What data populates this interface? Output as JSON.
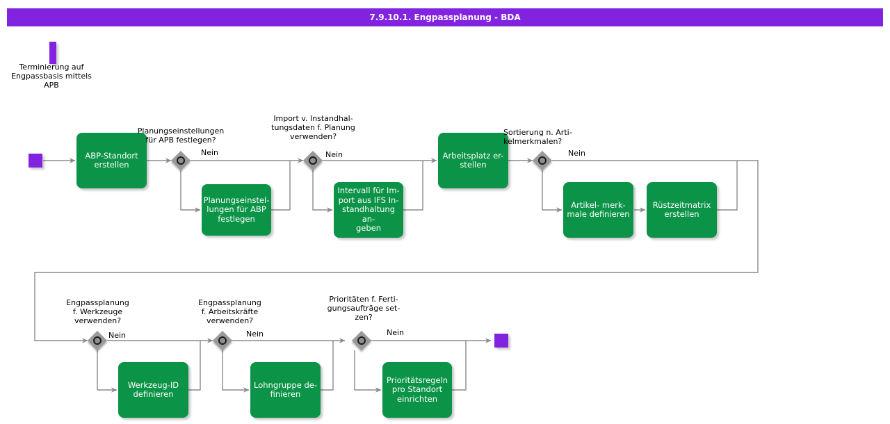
{
  "header": {
    "title": "7.9.10.1. Engpassplanung - BDA",
    "bar_color": "#8223e0",
    "text_color": "#ffffff"
  },
  "theme": {
    "task_fill": "#0b9347",
    "task_text": "#ffffff",
    "gateway_fill": "#9a9a9a",
    "connector": "#808080",
    "marker": "#8223e0",
    "canvas": "#ffffff"
  },
  "annotation": {
    "name": "Terminierung auf\nEngpassbasis mittels\nAPB"
  },
  "markers": {
    "start_label": "start-event",
    "end_label": "end-event",
    "lane_bar_label": "lane-marker"
  },
  "flow": {
    "branch_flag": "Nein",
    "tasks": [
      {
        "id": "abp-standort-erstellen",
        "label": "ABP-Standort\nerstellen"
      },
      {
        "id": "planungseinstellungen-abp",
        "label": "Planungseinstel-\nlungen für ABP\nfestlegen"
      },
      {
        "id": "intervall-import-ifs",
        "label": "Intervall für Im-\nport aus IFS In-\nstandhaltung an-\ngeben"
      },
      {
        "id": "arbeitsplatz-erstellen",
        "label": "Arbeitsplatz er-\nstellen"
      },
      {
        "id": "artikelmerkmale-definieren",
        "label": "Artikel- merk-\nmale definieren"
      },
      {
        "id": "ruestzeitmatrix-erstellen",
        "label": "Rüstzeitmatrix\nerstellen"
      },
      {
        "id": "werkzeug-id-definieren",
        "label": "Werkzeug-ID\ndefinieren"
      },
      {
        "id": "lohngruppe-definieren",
        "label": "Lohngruppe de-\nfinieren"
      },
      {
        "id": "prioritaetsregeln-standort",
        "label": "Prioritätsregeln\npro Standort\neinrichten"
      }
    ],
    "gateways": [
      {
        "id": "gw-planungseinstellungen",
        "question": "Planungseinstellungen\nfür APB festlegen?",
        "flag": "Nein"
      },
      {
        "id": "gw-import-instandhaltung",
        "question": "Import v. Instandhal-\ntungsdaten f. Planung\nverwenden?",
        "flag": "Nein"
      },
      {
        "id": "gw-sortierung-artikel",
        "question": "Sortierung n. Arti-\nkelmerkmalen?",
        "flag": "Nein"
      },
      {
        "id": "gw-engpass-werkzeuge",
        "question": "Engpassplanung\nf. Werkzeuge\nverwenden?",
        "flag": "Nein"
      },
      {
        "id": "gw-engpass-arbeitskraefte",
        "question": "Engpassplanung\nf. Arbeitskräfte\nverwenden?",
        "flag": "Nein"
      },
      {
        "id": "gw-prioritaeten-fertigung",
        "question": "Prioritäten f. Ferti-\ngungsaufträge set-\nzen?",
        "flag": "Nein"
      }
    ]
  }
}
